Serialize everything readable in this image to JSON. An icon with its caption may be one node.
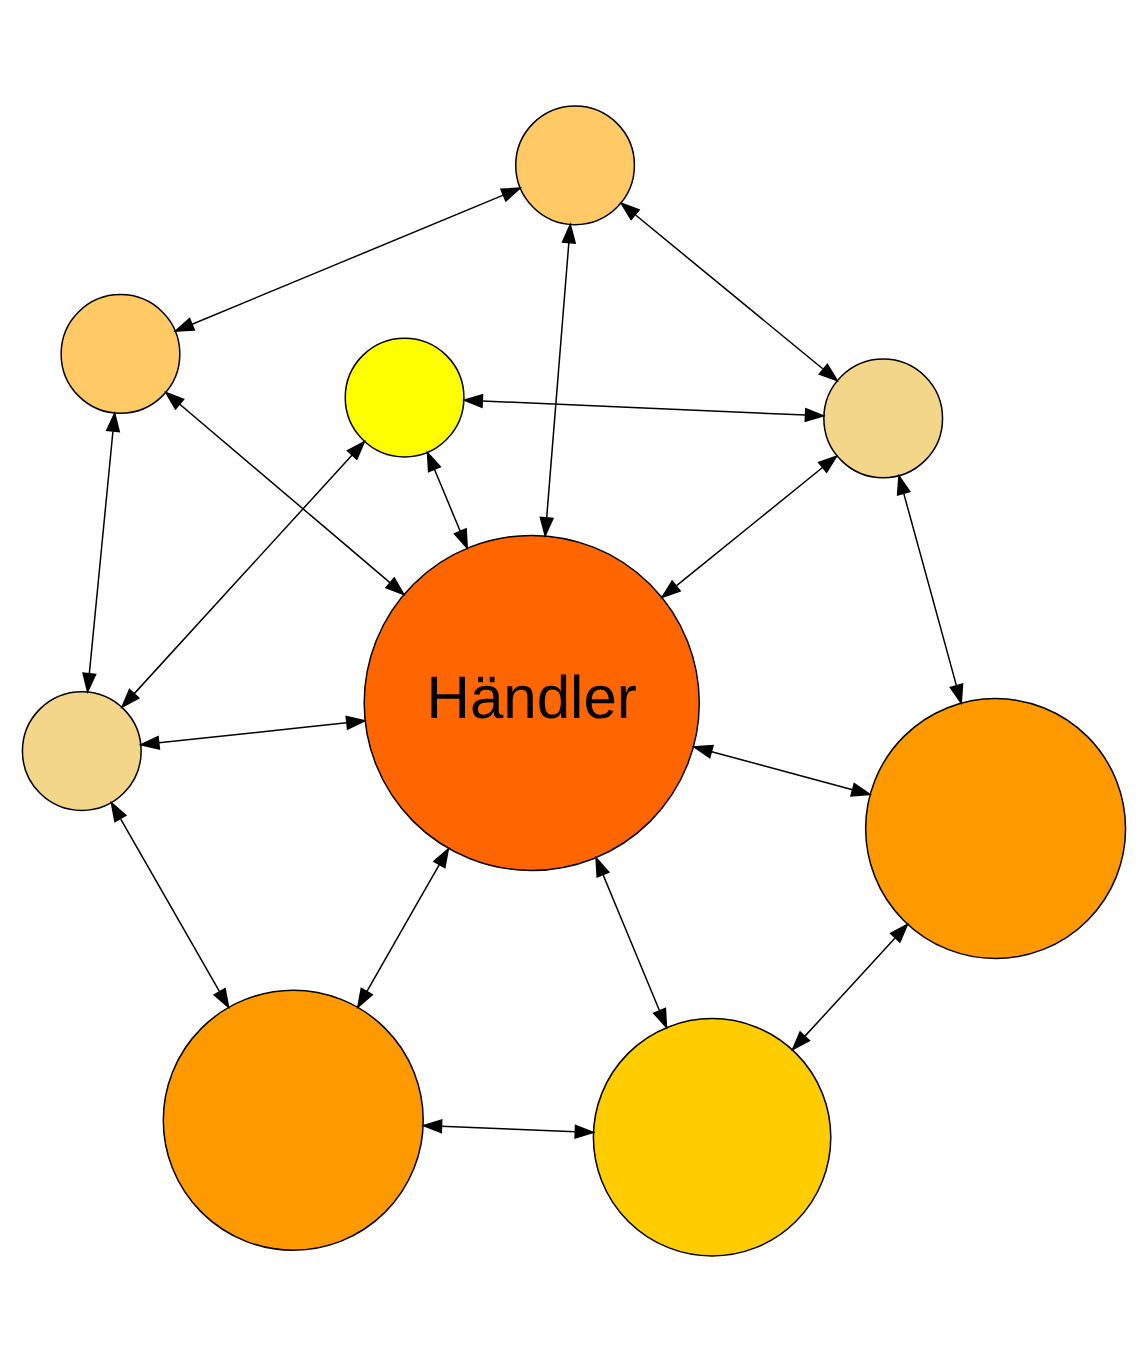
{
  "diagram": {
    "nodes": [
      {
        "text": [],
        "shape": "circle"
      },
      {
        "text": [],
        "shape": "circle"
      },
      {
        "text": [],
        "shape": "circle"
      },
      {
        "text": [],
        "shape": "circle"
      },
      {
        "text": [],
        "shape": "circle"
      },
      {
        "text": [
          "Händler"
        ]
      },
      {
        "text": [],
        "shape": "circle"
      },
      {
        "text": [],
        "shape": "circle"
      },
      {
        "text": [],
        "shape": "circle"
      }
    ],
    "edges": [
      {
        "from": 0,
        "to": 1,
        "arrow": "both"
      },
      {
        "from": 2,
        "to": 0,
        "arrow": "both"
      },
      {
        "from": 1,
        "to": 4,
        "arrow": "both"
      },
      {
        "from": 2,
        "to": 3,
        "arrow": "both"
      },
      {
        "from": 5,
        "to": 2,
        "arrow": "both"
      },
      {
        "from": 5,
        "to": 0,
        "arrow": "both"
      },
      {
        "from": 5,
        "to": 3,
        "arrow": "both"
      },
      {
        "from": 5,
        "to": 1,
        "arrow": "both"
      },
      {
        "from": 3,
        "to": 4,
        "arrow": "both"
      },
      {
        "from": 5,
        "to": 4,
        "arrow": "both"
      },
      {
        "from": 2,
        "to": 6,
        "arrow": "both"
      },
      {
        "from": 5,
        "to": 6,
        "arrow": "both"
      },
      {
        "from": 5,
        "to": 8,
        "arrow": "both"
      },
      {
        "from": 5,
        "to": 7,
        "arrow": "both"
      },
      {
        "from": 6,
        "to": 8,
        "arrow": "both"
      },
      {
        "from": 8,
        "to": 7,
        "arrow": "both"
      },
      {
        "from": 4,
        "to": 7,
        "arrow": "both"
      }
    ]
  }
}
